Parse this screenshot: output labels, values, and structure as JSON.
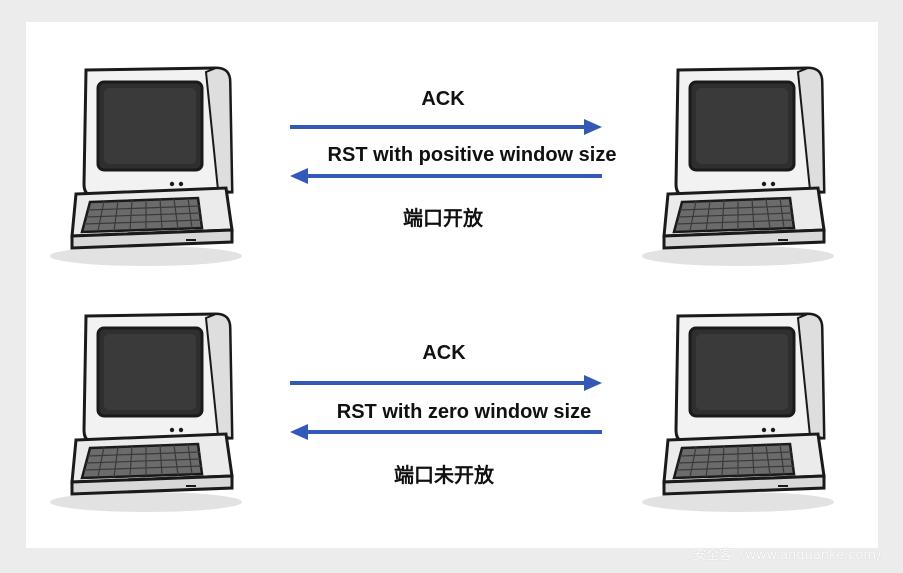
{
  "rows": [
    {
      "forward_label": "ACK",
      "reply_label": "RST with positive window size",
      "status_label": "端口开放"
    },
    {
      "forward_label": "ACK",
      "reply_label": "RST with zero window size",
      "status_label": "端口未开放"
    }
  ],
  "watermark": "安全客（www.anquanke.com）",
  "colors": {
    "arrow": "#3358b8",
    "screen": "#2f2f2f",
    "body": "#f1f1f1",
    "outline": "#1a1a1a",
    "keys": "#6b6b6b"
  },
  "icons": {
    "computer": "retro-computer-icon",
    "arrow_right": "arrow-right-icon",
    "arrow_left": "arrow-left-icon"
  }
}
